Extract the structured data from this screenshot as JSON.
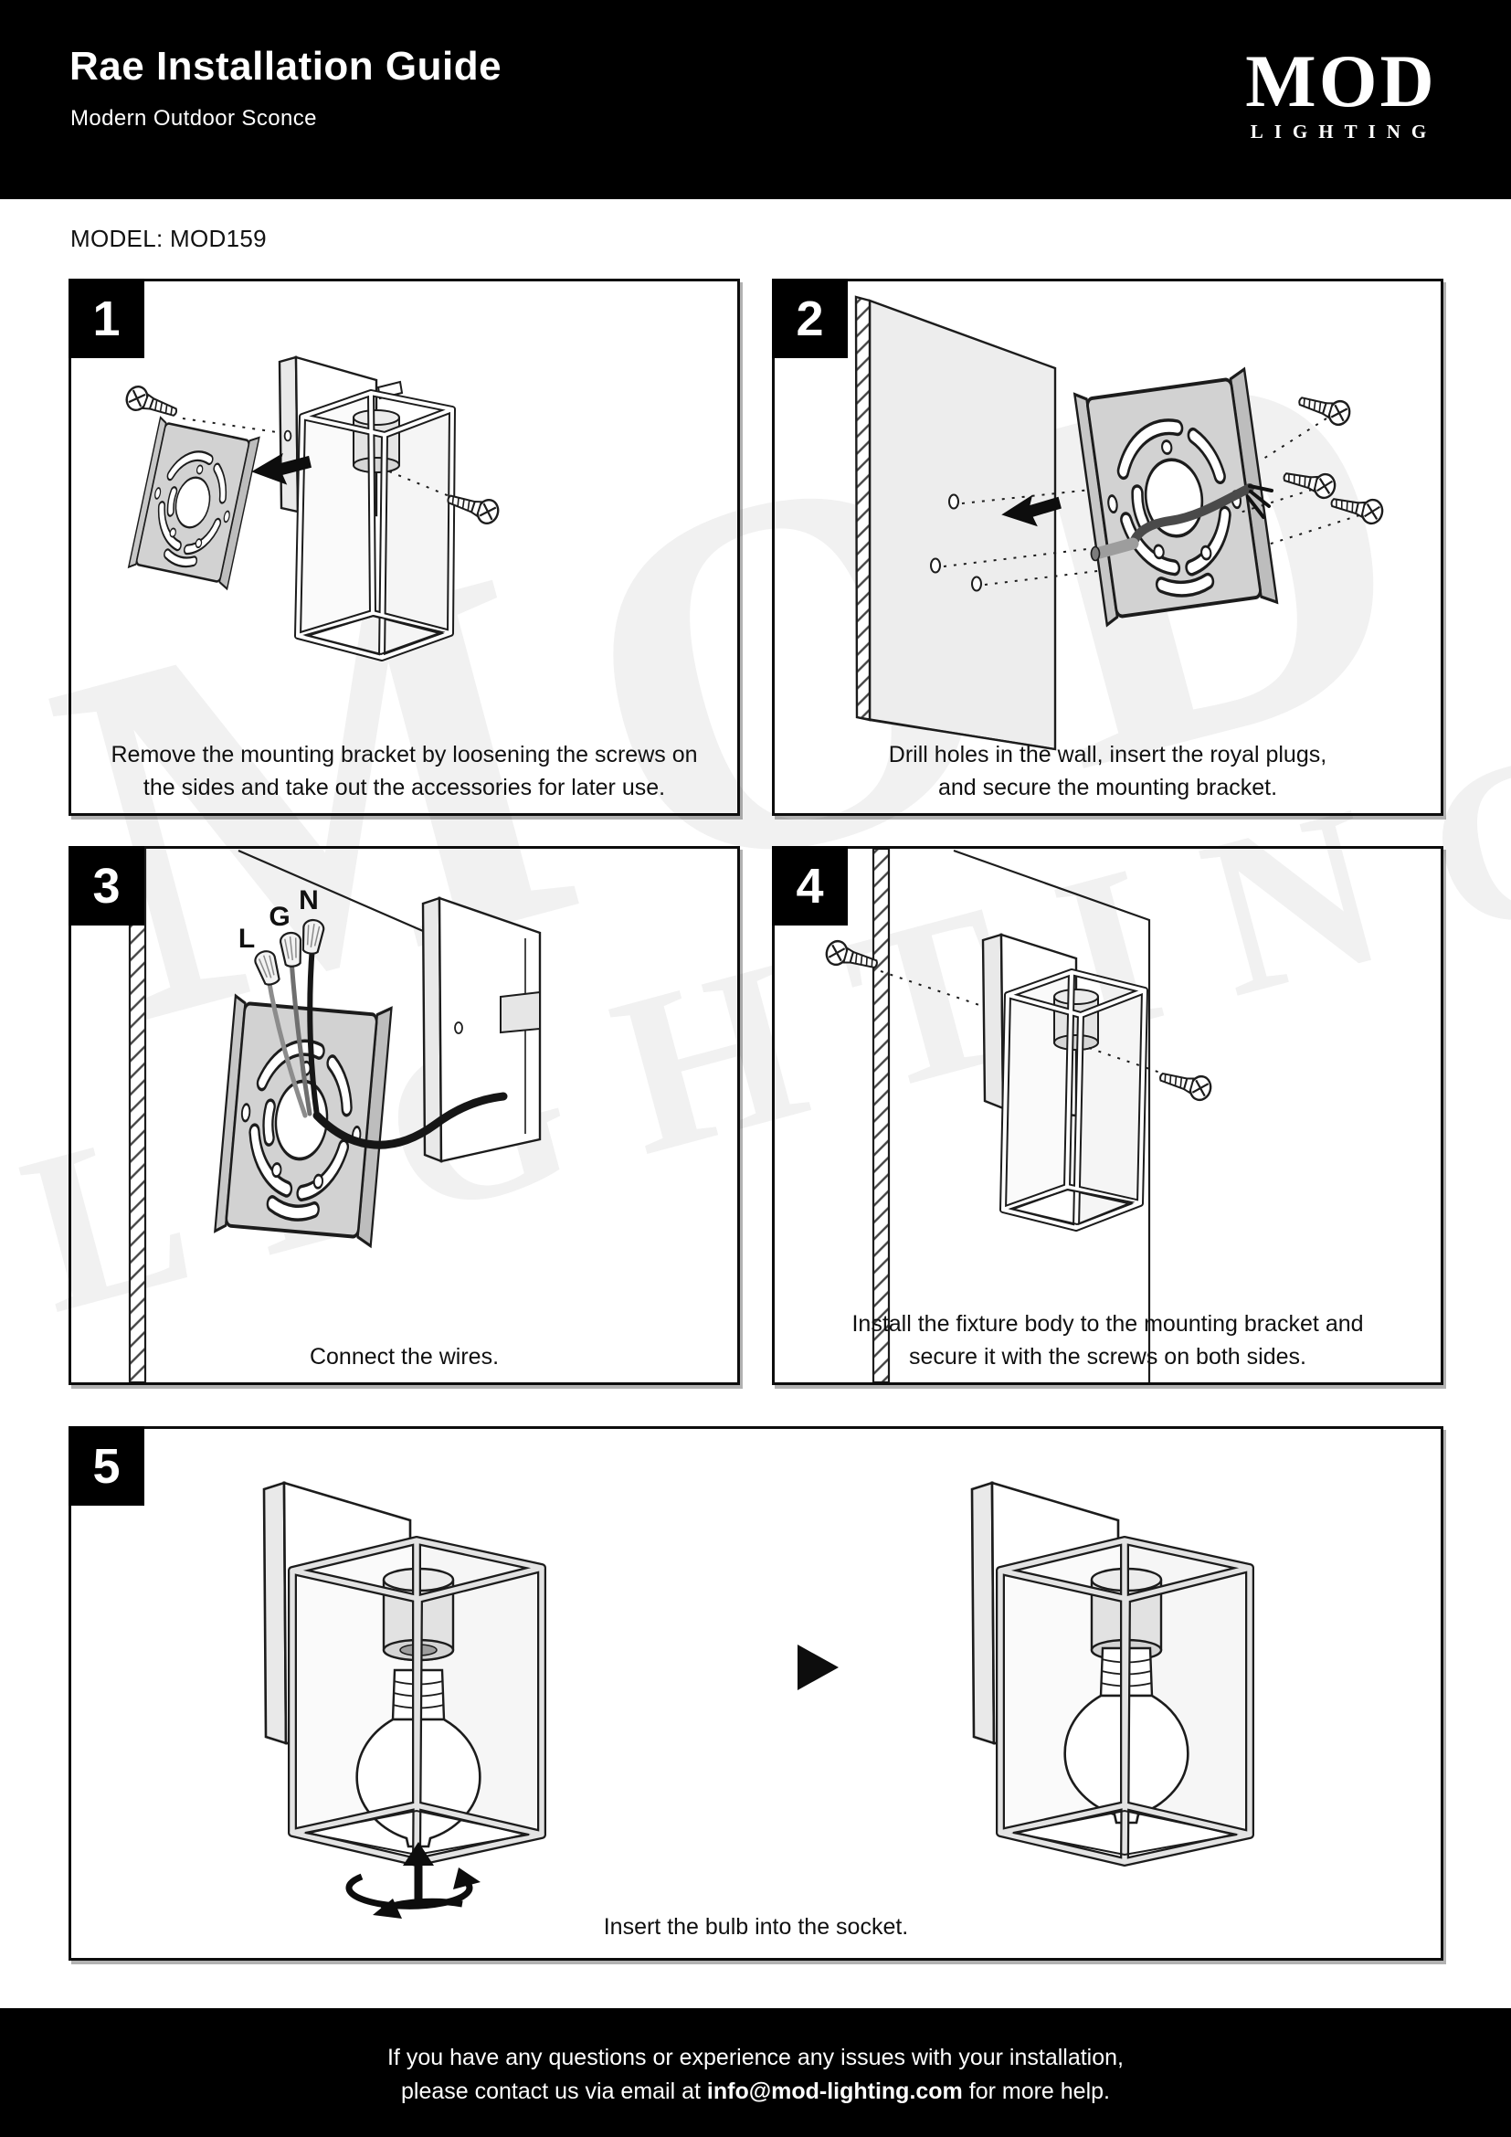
{
  "header": {
    "title": "Rae Installation Guide",
    "subtitle": "Modern Outdoor Sconce",
    "logo": {
      "line1": "MOD",
      "line2": "LIGHTING"
    }
  },
  "model_line": "MODEL: MOD159",
  "steps": [
    {
      "number": "1",
      "caption": "Remove the mounting bracket by loosening the screws on\nthe sides and take out the accessories for later use."
    },
    {
      "number": "2",
      "caption": "Drill holes in the wall, insert the royal plugs,\nand secure the mounting bracket."
    },
    {
      "number": "3",
      "caption": "Connect the wires."
    },
    {
      "number": "4",
      "caption": "Install the fixture body to the mounting bracket and\nsecure it with the screws on both sides."
    },
    {
      "number": "5",
      "caption": "Insert the bulb into the socket."
    }
  ],
  "wire_labels": {
    "live": "L",
    "ground": "G",
    "neutral": "N"
  },
  "watermark": {
    "line1": "MOD",
    "line2": "LIGHTING"
  },
  "footer": {
    "line1": "If you have any questions or experience any issues with your installation,",
    "line2_prefix": "please contact us via email at ",
    "email": "info@mod-lighting.com",
    "line2_suffix": " for more help."
  },
  "colors": {
    "header_bg": "#000000",
    "footer_bg": "#000000",
    "badge_bg": "#000000",
    "panel_border": "#0d0d0d",
    "line_ink": "#1c1c1c",
    "metal_gray": "#d2d2d2",
    "wall_gray": "#ededed",
    "watermark_gray": "#f1f1f1"
  }
}
